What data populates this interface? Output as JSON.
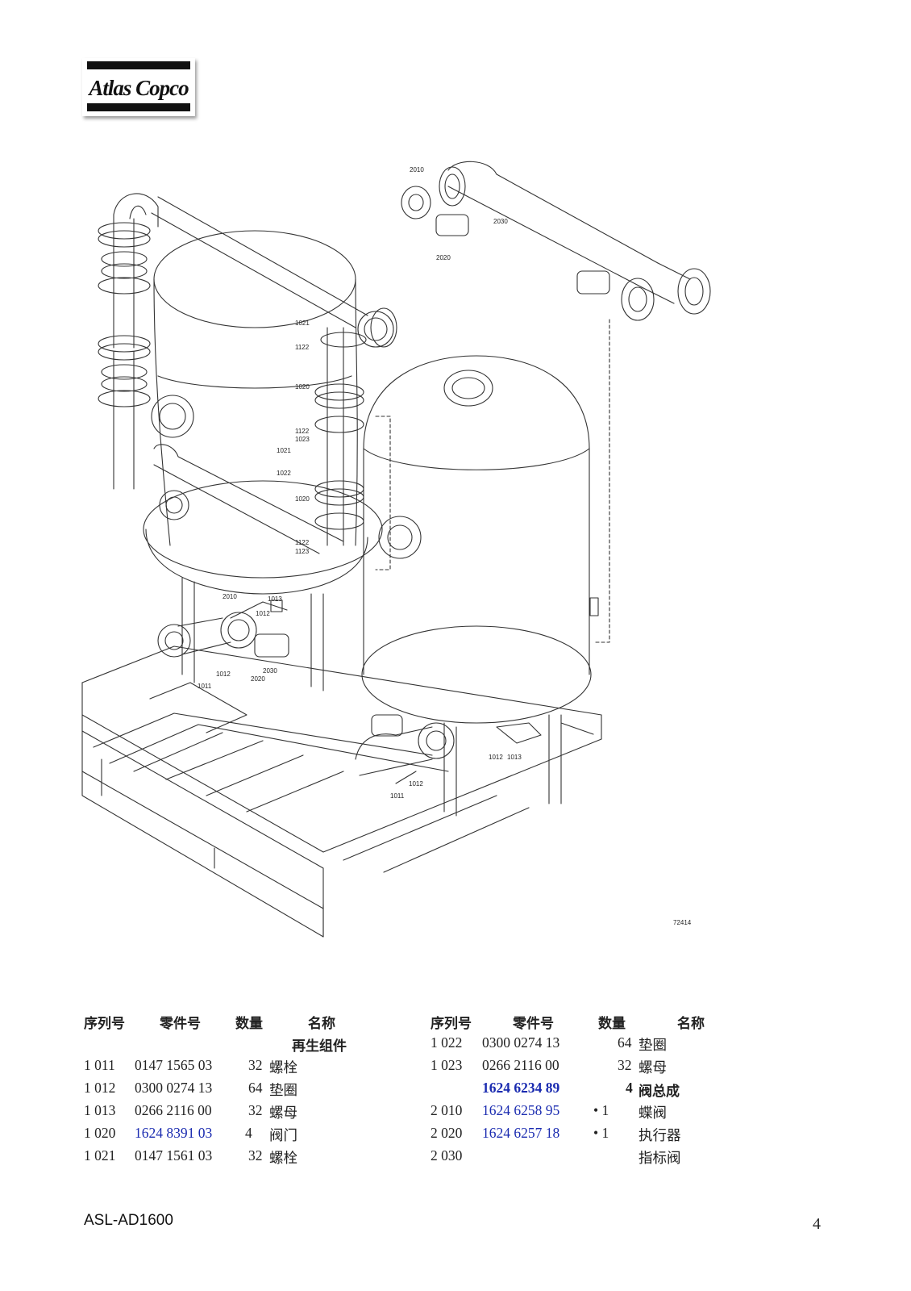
{
  "logo": {
    "text": "Atlas Copco"
  },
  "drawing": {
    "figure_number": "72414",
    "callouts": [
      "2010",
      "2030",
      "2020",
      "1021",
      "1122",
      "1020",
      "1023",
      "1022",
      "1123",
      "1013",
      "1012",
      "1011"
    ]
  },
  "table_left": {
    "headers": {
      "seq": "序列号",
      "part": "零件号",
      "qty": "数量",
      "name": "名称"
    },
    "rows": [
      {
        "seq": "",
        "part": "",
        "qty": "",
        "name": "再生组件",
        "style": "heading"
      },
      {
        "seq": "1 011",
        "part": "0147 1565 03",
        "qty": "32",
        "name": "螺栓",
        "style": ""
      },
      {
        "seq": "1 012",
        "part": "0300 0274 13",
        "qty": "64",
        "name": "垫圈",
        "style": ""
      },
      {
        "seq": "1 013",
        "part": "0266 2116 00",
        "qty": "32",
        "name": "螺母",
        "style": ""
      },
      {
        "seq": "1 020",
        "part": "1624 8391 03",
        "qty": "4",
        "name": "阀门",
        "style": "link-left"
      },
      {
        "seq": "1 021",
        "part": "0147 1561 03",
        "qty": "32",
        "name": "螺栓",
        "style": ""
      }
    ]
  },
  "table_right": {
    "headers": {
      "seq": "序列号",
      "part": "零件号",
      "qty": "数量",
      "name": "名称"
    },
    "rows": [
      {
        "seq": "1 022",
        "part": "0300 0274 13",
        "qty": "64",
        "name": "垫圈",
        "style": ""
      },
      {
        "seq": "1 023",
        "part": "0266 2116 00",
        "qty": "32",
        "name": "螺母",
        "style": ""
      },
      {
        "seq": "",
        "part": "1624 6234 89",
        "qty": "4",
        "name": "阀总成",
        "style": "assembly"
      },
      {
        "seq": "2 010",
        "part": "1624 6258 95",
        "qty": "• 1",
        "name": "蝶阀",
        "style": "sub"
      },
      {
        "seq": "2 020",
        "part": "1624 6257 18",
        "qty": "• 1",
        "name": "执行器",
        "style": "sub"
      },
      {
        "seq": "2 030",
        "part": "",
        "qty": "",
        "name": "指标阀",
        "style": "sub"
      }
    ]
  },
  "footer": {
    "doc_code": "ASL-AD1600",
    "page_number": "4"
  },
  "colors": {
    "link": "#1a2bb0",
    "text": "#222222",
    "line": "#333333"
  }
}
